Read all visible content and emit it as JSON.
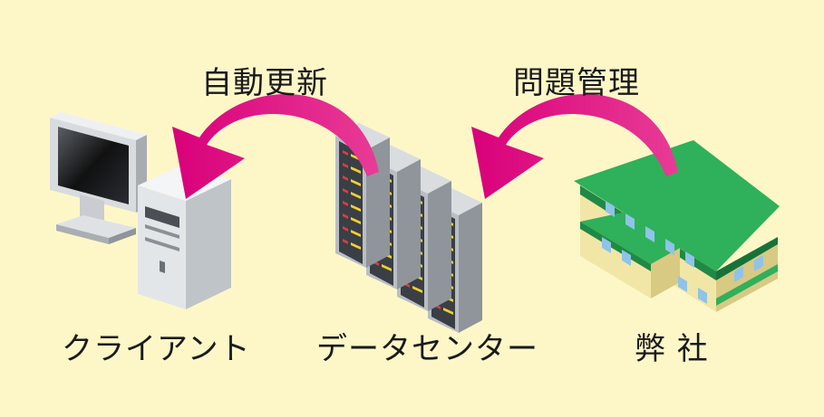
{
  "labels": {
    "auto_update": "自動更新",
    "problem_management": "問題管理",
    "client": "クライアント",
    "datacenter": "データセンター",
    "company": "弊 社"
  },
  "icons": {
    "client": "desktop-computer-icon",
    "datacenter": "server-rack-icon",
    "company": "office-building-icon"
  },
  "colors": {
    "background": "#fdf7c8",
    "arrow": "#e0147f",
    "roof": "#2fb05a",
    "building_wall": "#f2e6a6",
    "window": "#8fc3e8",
    "server_body": "#b9bec4",
    "server_panel": "#3a3f46",
    "led_red": "#e33b3b",
    "led_yellow": "#f2d02c"
  }
}
